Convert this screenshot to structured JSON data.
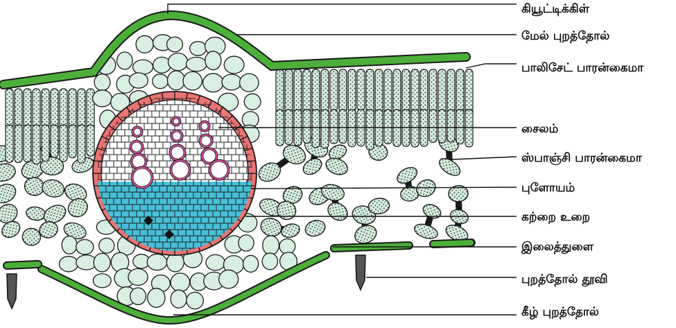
{
  "labels": {
    "cuticle": "கியூட்டிக்கிள்",
    "upper_epidermis": "மேல் புறத்தோல்",
    "palisade": "பாலிசேட் பாரன்கைமா",
    "xylem": "சைலம்",
    "spongy": "ஸ்பாஞ்சி பாரன்கைமா",
    "phloem": "புளோயம்",
    "bundle_sheath": "கற்றை உறை",
    "stomata": "இலைத்துளை",
    "trichome": "புறத்தோல் தூவி",
    "lower_epidermis": "கீழ் புறத்தோல்"
  },
  "colors": {
    "epidermis": "#4caf3a",
    "parenchyma": "#d9efe1",
    "palisade_fill": "#d6eede",
    "bundle_sheath": "#ea7373",
    "xylem": "#d44ea0",
    "phloem": "#45bfd6",
    "stroke": "#1a1a1a"
  }
}
